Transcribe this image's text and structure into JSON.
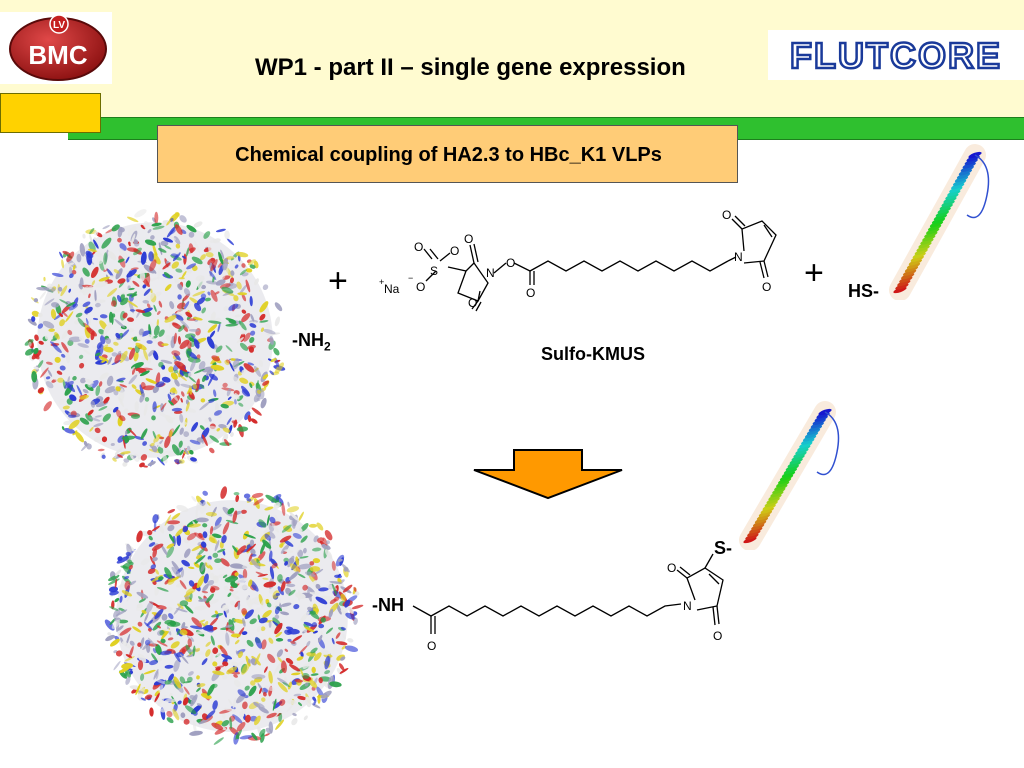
{
  "header": {
    "title": "WP1 - part II – single gene expression",
    "left_logo": {
      "top_text": "LV",
      "main_text": "BMC"
    },
    "right_logo": {
      "text": "FLUTCORE"
    }
  },
  "subtitle": "Chemical coupling of HA2.3 to HBc_K1 VLPs",
  "reaction": {
    "plus_sign": "+",
    "amine_label": "-NH",
    "amine_subscript": "2",
    "thiol_label": "HS-",
    "reagent_name": "Sulfo-KMUS",
    "product_amide_label": "-NH",
    "product_thio_label": "S-",
    "atoms": {
      "O": "O",
      "N": "N",
      "S": "S",
      "Na": "Na",
      "plus": "+",
      "minus": "−"
    }
  },
  "colors": {
    "header_bg": "#fffbd0",
    "tab_yellow": "#ffd200",
    "bar_green": "#2fc02f",
    "subtitle_bg": "#ffcc77",
    "arrow_orange": "#ff9900"
  }
}
